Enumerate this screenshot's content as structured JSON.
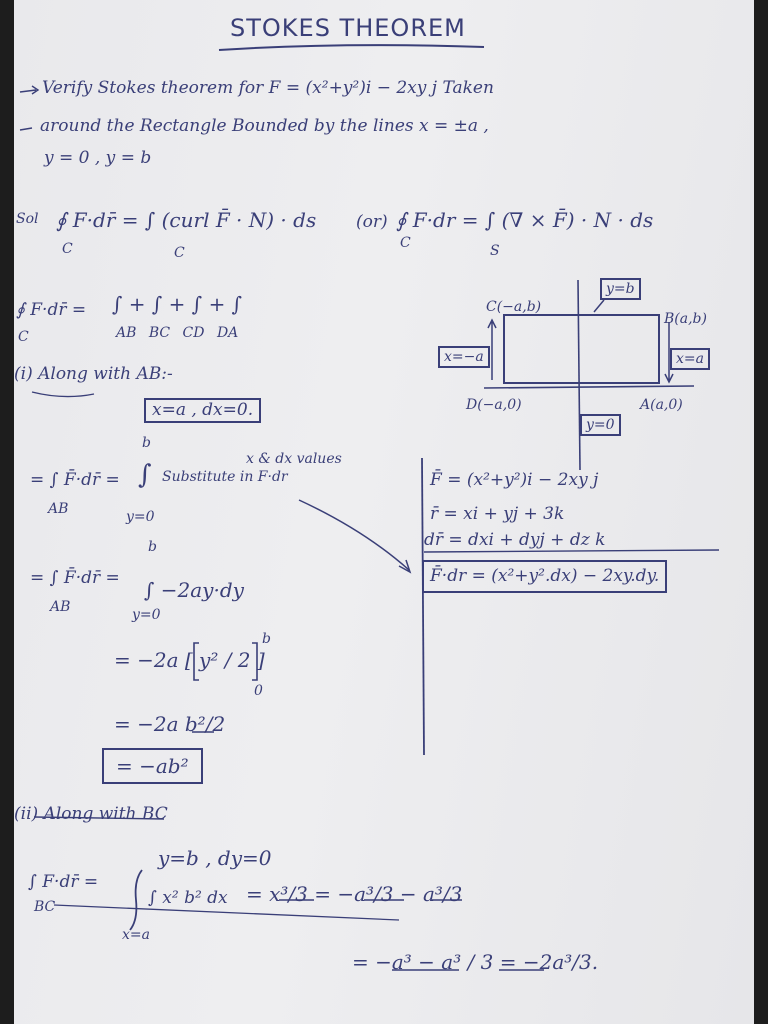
{
  "title": "STOKES THEOREM",
  "problem": {
    "line1": "Verify Stokes theorem for F = (x²+y²)i − 2xy j Taken",
    "line2": "around the Rectangle Bounded by the lines x = ±a ,",
    "line3": "y = 0 , y = b"
  },
  "statement": {
    "sol_label": "Sol",
    "lhs": "∮ F·dr̄ = ∫ (curl F̄ · N) · ds",
    "or_label": "(or)",
    "rhs": "∮ F·dr = ∫ (∇ × F̄) · N · ds",
    "sub_c1": "C",
    "sub_c2": "C",
    "sub_c3": "C",
    "sub_s": "S"
  },
  "decomp": {
    "lhs": "∮ F·dr̄ =",
    "rhs": "∫ + ∫ + ∫ + ∫",
    "subs": "AB   BC   CD   DA",
    "sub_c": "C"
  },
  "diagram": {
    "C": "C(−a,b)",
    "B": "B(a,b)",
    "D": "D(−a,0)",
    "A": "A(a,0)",
    "top_box": "y=b",
    "left_box": "x=−a",
    "right_box": "x=a",
    "bottom_box": "y=0"
  },
  "side_notes": {
    "l1": "F̄ = (x²+y²)i − 2xy j",
    "l2": "r̄ = xi + yj + 3k",
    "l3": "dr̄ = dxi + dyj + dz k",
    "l4": "F̄·dr = (x²+y².dx) − 2xy.dy."
  },
  "along_ab": {
    "heading": "(i) Along with AB:-",
    "cond": "x=a , dx=0.",
    "s1_lhs": "= ∫ F̄·dr̄ =",
    "s1_sub": "AB",
    "s1_int": "∫",
    "s1_upper": "b",
    "s1_lower": "y=0",
    "s1_note1": "x & dx values",
    "s1_note2": "Substitute in F·dr",
    "s2_lhs": "= ∫ F̄·dr̄ =",
    "s2_sub": "AB",
    "s2_rhs": "∫ −2ay·dy",
    "s2_upper": "b",
    "s2_lower": "y=0",
    "s3": "= −2a [ y² / 2 ]",
    "s3_upper": "b",
    "s3_lower": "0",
    "s4": "= −2a b²/2",
    "result": "= −ab²"
  },
  "along_bc": {
    "heading": "(ii) Along with BC",
    "cond": "y=b , dy=0",
    "lhs": "∫ F·dr̄ =",
    "sub": "BC",
    "integrand": "∫ x² b² dx",
    "lower": "x=a",
    "step1": "= x³/3 = −a³/3 − a³/3",
    "step2": "= −a³ − a³ / 3 = −2a³/3."
  }
}
